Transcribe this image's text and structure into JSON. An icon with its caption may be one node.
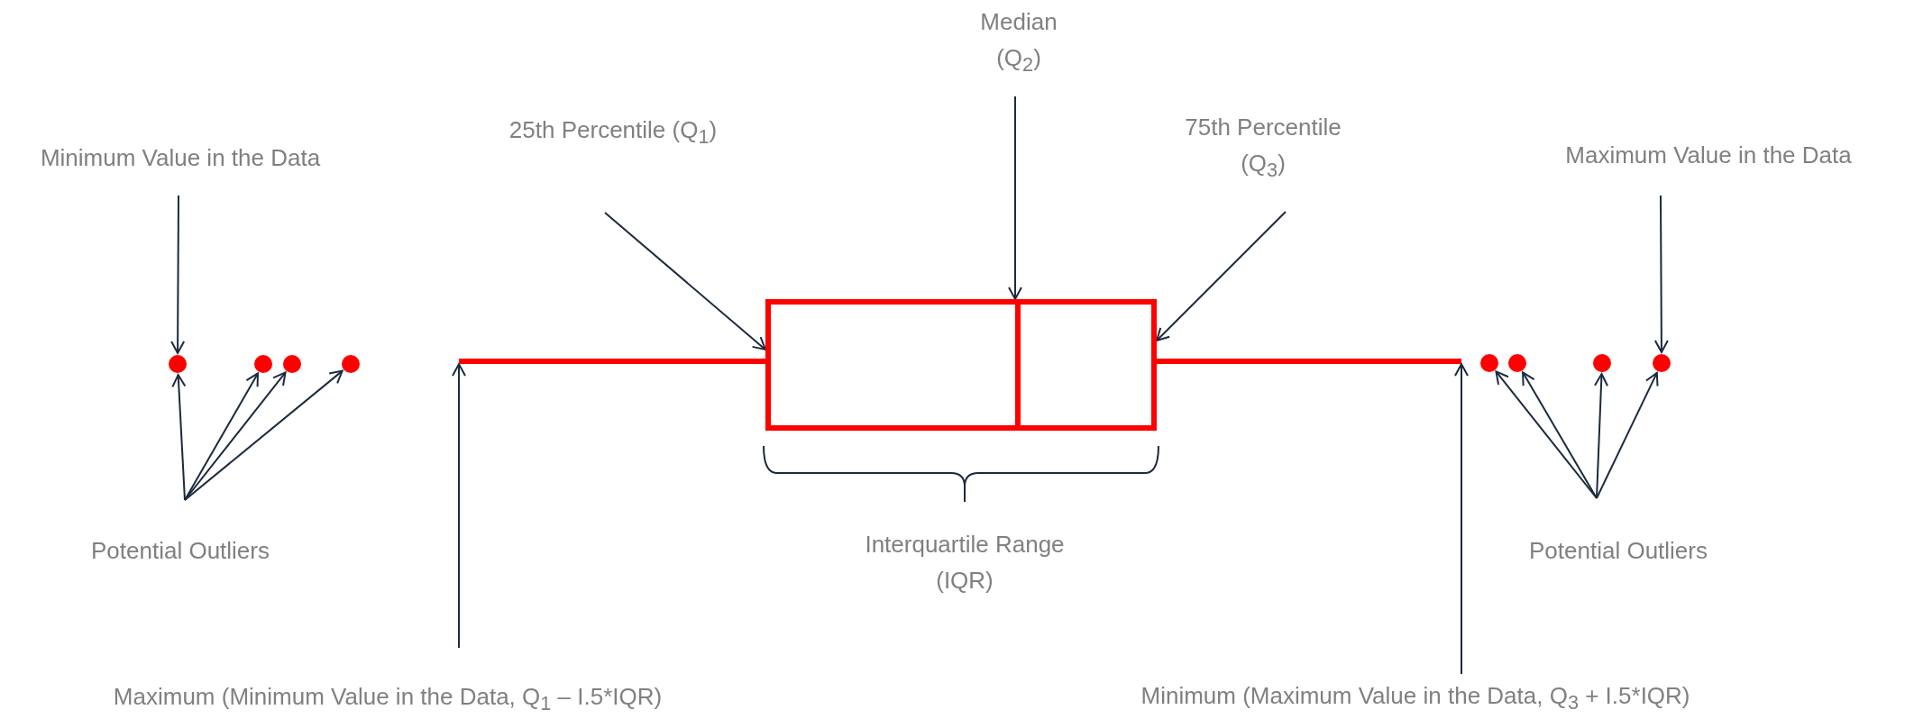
{
  "diagram": {
    "nodes": [
      {
        "text": [
          "Median (Q$_{2}$)"
        ]
      },
      {
        "text": [
          "25th Percentile (Q$_{1}$)"
        ]
      },
      {
        "text": [
          "75th Percentile (Q$_{3}$)"
        ]
      },
      {
        "text": [
          "Minimum Value in the Data"
        ]
      },
      {
        "text": [
          "Maximum  Value in the Data"
        ]
      },
      {
        "text": [],
        "shape": "box"
      },
      {
        "text": [],
        "shape": "bar"
      },
      {
        "text": [],
        "shape": "bar"
      },
      {
        "text": [],
        "shape": "circle"
      },
      {
        "text": [],
        "shape": "circle"
      },
      {
        "text": [],
        "shape": "circle"
      },
      {
        "text": [],
        "shape": "circle"
      },
      {
        "text": [],
        "shape": "circle"
      },
      {
        "text": [],
        "shape": "circle"
      },
      {
        "text": [],
        "shape": "circle"
      },
      {
        "text": [],
        "shape": "circle"
      },
      {
        "text": [
          "Potential Outliers"
        ]
      },
      {
        "text": [
          "Potential Outliers"
        ]
      },
      {
        "text": [
          "Maximum  (Minimum Value in the Data, Q$_{1}$ – I.5*IQR)"
        ]
      },
      {
        "text": [
          "Minimum (Maximum  Value in the Data, Q$_{3}$ + I.5*IQR)"
        ]
      }
    ],
    "edges": [
      {
        "from": 0,
        "to": 5,
        "arrow": "to"
      },
      {
        "from": 1,
        "to": 5,
        "arrow": "to"
      },
      {
        "from": 2,
        "to": 5,
        "arrow": "to"
      },
      {
        "from": 3,
        "to": 8,
        "arrow": "to"
      },
      {
        "from": 4,
        "to": 15,
        "arrow": "to"
      },
      {
        "from": 18,
        "to": 6,
        "arrow": "to"
      },
      {
        "from": 19,
        "to": 7,
        "arrow": "to"
      },
      {
        "from": 16,
        "to": 8,
        "arrow": "to"
      },
      {
        "from": 16,
        "to": 9,
        "arrow": "to"
      },
      {
        "from": 16,
        "to": 10,
        "arrow": "to"
      },
      {
        "from": 16,
        "to": 11,
        "arrow": "to"
      },
      {
        "from": 17,
        "to": 12,
        "arrow": "to"
      },
      {
        "from": 17,
        "to": 13,
        "arrow": "to"
      },
      {
        "from": 17,
        "to": 14,
        "arrow": "to"
      },
      {
        "from": 17,
        "to": 15,
        "arrow": "to"
      }
    ],
    "labels": [
      "Interquartile Range (IQR)"
    ]
  }
}
